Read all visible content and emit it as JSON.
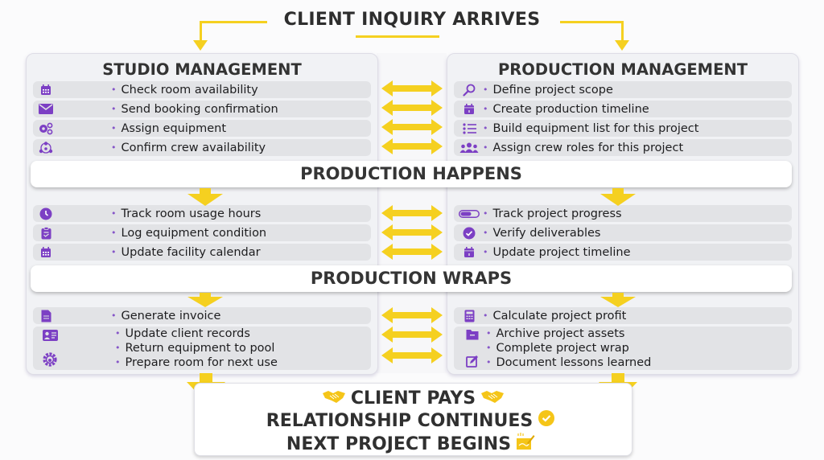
{
  "header": {
    "title": "CLIENT INQUIRY ARRIVES"
  },
  "colors": {
    "accent_yellow": "#f5d020",
    "icon_purple": "#7c3fc4",
    "row_bg": "#e2e3e6",
    "panel_bg": "#f1f2f5"
  },
  "studio": {
    "title": "STUDIO MANAGEMENT",
    "phase1": [
      {
        "icon": "calendar-icon",
        "text": "Check room availability"
      },
      {
        "icon": "envelope-icon",
        "text": "Send booking confirmation"
      },
      {
        "icon": "gears-icon",
        "text": "Assign equipment"
      },
      {
        "icon": "team-network-icon",
        "text": "Confirm crew availability"
      }
    ],
    "phase2": [
      {
        "icon": "clock-icon",
        "text": "Track room usage hours"
      },
      {
        "icon": "clipboard-check-icon",
        "text": "Log equipment condition"
      },
      {
        "icon": "calendar-icon",
        "text": "Update facility calendar"
      }
    ],
    "phase3": [
      {
        "icon": "document-icon",
        "text": "Generate invoice"
      },
      {
        "icon": "contact-card-icon",
        "text": "Update client records"
      },
      {
        "icon": "gear-cycle-icon",
        "text": "Return equipment to pool"
      },
      {
        "icon": "",
        "text": "Prepare room for next use"
      }
    ]
  },
  "production": {
    "title": "PRODUCTION MANAGEMENT",
    "phase1": [
      {
        "icon": "magnifier-icon",
        "text": "Define project scope"
      },
      {
        "icon": "calendar-icon",
        "text": "Create production timeline"
      },
      {
        "icon": "list-icon",
        "text": "Build equipment list for this project"
      },
      {
        "icon": "users-icon",
        "text": "Assign crew roles for this project"
      }
    ],
    "phase2": [
      {
        "icon": "progress-bar-icon",
        "text": "Track project progress"
      },
      {
        "icon": "check-circle-icon",
        "text": "Verify deliverables"
      },
      {
        "icon": "calendar-icon",
        "text": "Update project timeline"
      }
    ],
    "phase3": [
      {
        "icon": "calculator-icon",
        "text": "Calculate project profit"
      },
      {
        "icon": "archive-folder-icon",
        "text": "Archive project assets"
      },
      {
        "icon": "",
        "text": "Complete project wrap"
      },
      {
        "icon": "edit-icon",
        "text": "Document lessons learned"
      }
    ]
  },
  "phases": {
    "happens": "PRODUCTION HAPPENS",
    "wraps": "PRODUCTION WRAPS"
  },
  "bullet": "•",
  "footer": {
    "line1": "CLIENT PAYS",
    "line2": "RELATIONSHIP CONTINUES",
    "line3": "NEXT PROJECT BEGINS"
  }
}
